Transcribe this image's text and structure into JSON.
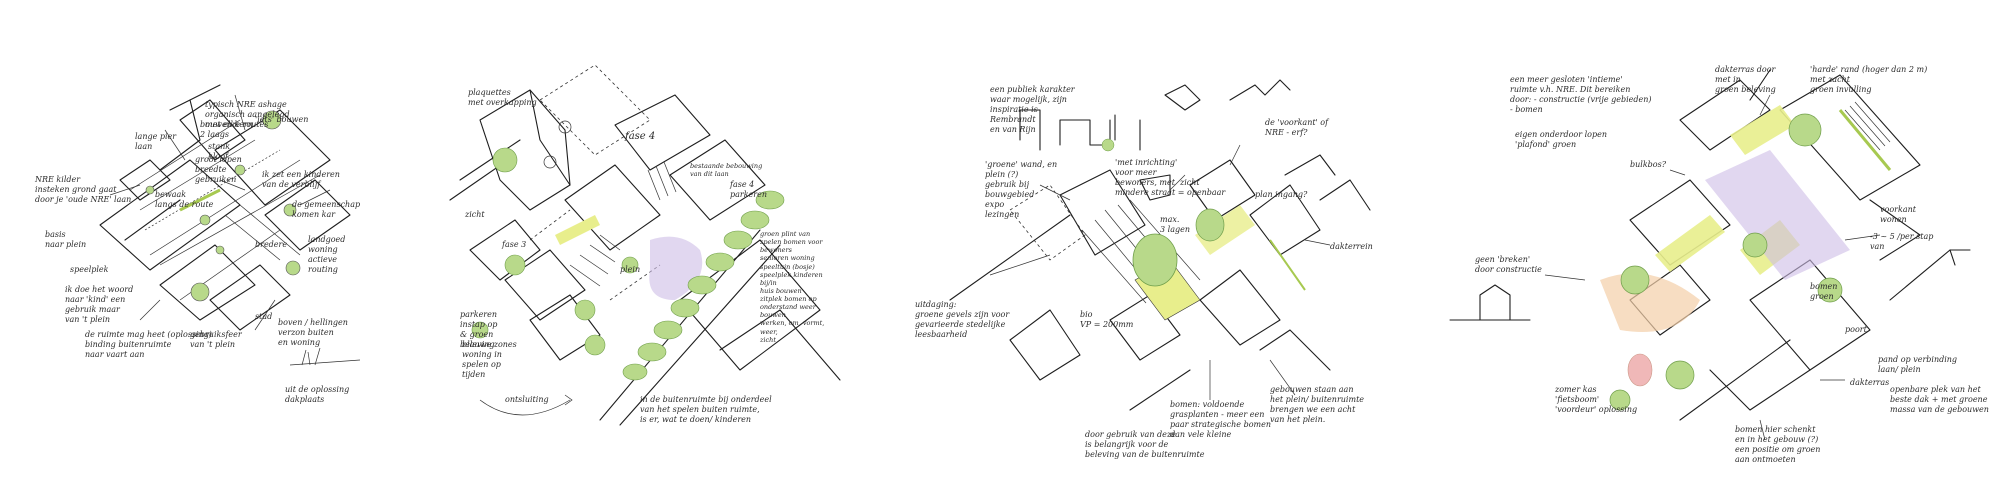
{
  "colors": {
    "ink": "#1e1e1e",
    "tree_green": "#b8d98a",
    "tree_dark": "#6f9e4a",
    "lawn_yellow": "#e8ee8c",
    "lilac": "#cdbde6",
    "peach": "#f3cfa8",
    "pink": "#f0b8b8"
  },
  "sketch1": {
    "notes": {
      "n1": "typisch NRE ashage\norganisch aangelegd\nmet elke routes",
      "n2": "lange pier\nlaan",
      "n3": "stank\nkloof",
      "n4": "NRE kilder\ninsteken grond gaat\ndoor je 'oude NRE' laan",
      "n5": "groot lopen\nbreedte\ngebruiken",
      "n6": "ik zet een kinderen\nvan de verblijf",
      "n7": "bewaak\nlangs de route",
      "n8": "de gemeenschap\nkomen kar",
      "n9": "basis\nnaar plein",
      "n10": "landgoed\nwoning\nactieve\nrouting",
      "n11": "bredere",
      "n12": "speelplek",
      "n13": "ik doe het woord\nnaar 'kind' een",
      "n14": "gebruik maar\nvan 't plein",
      "n15": "de ruimte mag heet (oplossing)\nbinding buitenruimte\nnaar vaart aan",
      "n16": "gebruiksfeer\nvan 't plein",
      "n17": "stad",
      "n18": "boven / hellingen\nverzon buiten\nen woning",
      "n19": "uit de oplossing dakplaats",
      "n20": "'iets' bouwen",
      "n21": "bouwen kern\n2 laags"
    }
  },
  "sketch2": {
    "notes": {
      "n1": "plaquettes\nmet overkapping",
      "n2": "fase 4",
      "n3": "bestaande bebouwing\nvan dit laan",
      "n4": "fase 4\nparkeren",
      "n5": "zicht",
      "n6": "fase 3",
      "n7": "groen plint van\nspelen bomen voor\nbewoners\nsenioren woning\nspeeltuin (bosje)\nspeelplek kinderen bij/in\nhuis bouwen\nzitplek bomen op\nonderstand weer bouwen\nwerken, om, vormt, weer,\nzicht",
      "n8": "parkeren\ninstap op\n& groen\nbeleving",
      "n9": "blauwe zones\nwoning in\nspelen op\ntijden",
      "n10": "ontsluiting",
      "n11": "in de buitenruimte bij onderdeel\nvan het spelen buiten ruimte,\nis er, wat te doen/ kinderen",
      "n12": "plein"
    }
  },
  "sketch3": {
    "notes": {
      "n1": "een publiek karakter\nwaar mogelijk, zijn\ninspiratie is\nRembrandt\nen van Rijn",
      "n2": "'groene' wand, en\nplein (?)\ngebruik bij\nbouwgebied\nexpo\nlezingen",
      "n3": "'met inrichting'\nvoor meer\nbewoners, met\nmindere straat = openbaar",
      "n4": "de 'voorkant' of\nNRE - erf?",
      "n5": "plan ingang?",
      "n6": "max.\n3 lagen",
      "n7": "zicht",
      "n8": "dakterrein",
      "n9": "uitdaging:\ngroene gevels zijn voor\ngevarieerde stedelijke\nleesbaarheid",
      "n10": "bio\nVP = 200mm",
      "n11": "bomen: voldoende\ngrasplanten - meer een\npaar strategische bomen\ndan vele kleine",
      "n12": "gebouwen staan aan\nhet plein/ buitenruimte\nbrengen we een acht\nvan het plein.",
      "n13": "door gebruik van deze\nis belangrijk voor de\nbeleving van de buitenruimte"
    }
  },
  "sketch4": {
    "notes": {
      "n1": "een meer gesloten 'intieme'\nruimte v.h. NRE. Dit bereiken\ndoor: - constructie (vrije gebieden)\n      - bomen",
      "n2": "dakterras door\nmet in\ngroen beleving",
      "n3": "'harde' rand (hoger dan 2 m)\nmet zacht\ngroen invulling",
      "n4": "eigen onderdoor lopen\n'plafond' groen",
      "n5": "bulkbos?",
      "n6": "geen 'breken'\ndoor constructie",
      "n7": "voorkant\nwonen",
      "n8": "-3 ~ 5 /per stap\nvan",
      "n9": "bomen\ngroen",
      "n10": "poort",
      "n11": "pand op verbinding\nlaan/ plein",
      "n12": "dakterras",
      "n13": "openbare plek van het\nbeste dak + met groene\nmassa van de gebouwen",
      "n14": "zomer kas\n'fietsboom'\n'voordeur' oplossing",
      "n15": "bomen hier schenkt\nen in het gebouw (?)\neen positie om groen\naan ontmoeten"
    }
  }
}
